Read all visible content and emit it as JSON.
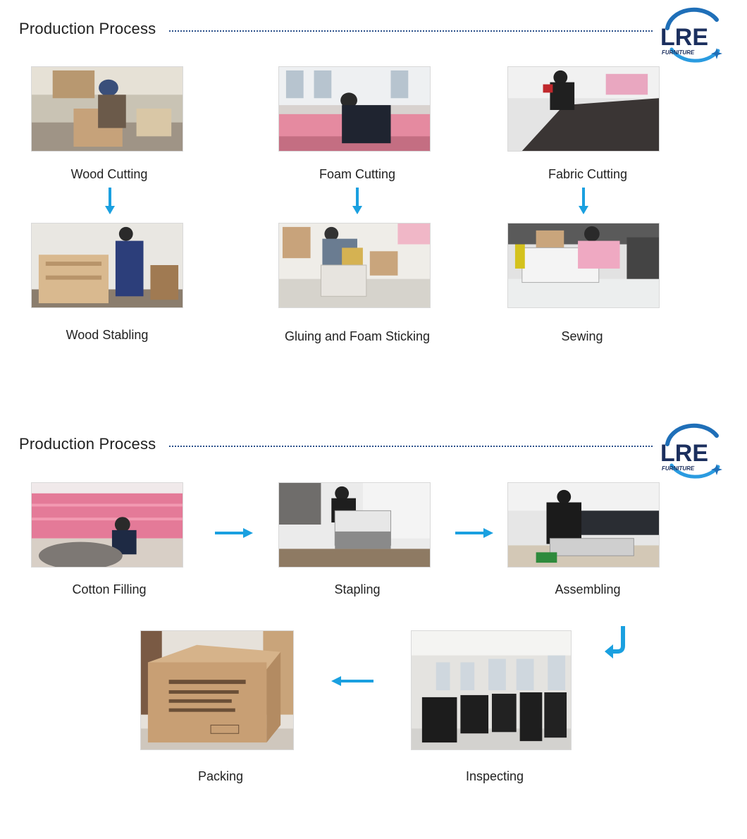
{
  "sections": [
    {
      "title": "Production Process"
    },
    {
      "title": "Production Process"
    }
  ],
  "logo": {
    "main": "LRE",
    "sub": "FURNITURE",
    "colors": {
      "navy": "#1b2f5e",
      "blue": "#1f6fb8",
      "sky": "#2a9be0"
    }
  },
  "steps": {
    "wood_cutting": "Wood Cutting",
    "foam_cutting": "Foam Cutting",
    "fabric_cutting": "Fabric Cutting",
    "wood_stabling": "Wood Stabling",
    "gluing_foam": "Gluing and Foam Sticking",
    "sewing": "Sewing",
    "cotton_filling": "Cotton Filling",
    "stapling": "Stapling",
    "assembling": "Assembling",
    "packing": "Packing",
    "inspecting": "Inspecting"
  },
  "arrow_color": "#1aa0e0"
}
